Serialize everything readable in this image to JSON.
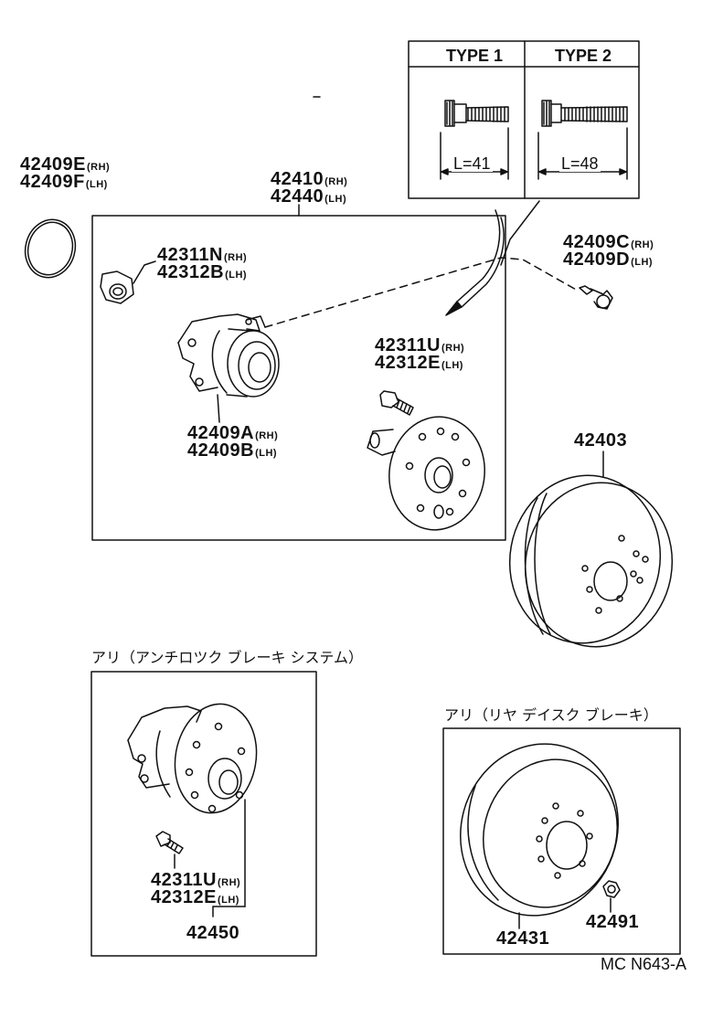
{
  "type_box": {
    "type1_label": "TYPE 1",
    "type2_label": "TYPE 2",
    "type1_length": "L=41",
    "type2_length": "L=48"
  },
  "parts": {
    "cap": {
      "rh": "42409E",
      "rh_sfx": "(RH)",
      "lh": "42409F",
      "lh_sfx": "(LH)"
    },
    "hub_assy": {
      "rh": "42410",
      "rh_sfx": "(RH)",
      "lh": "42440",
      "lh_sfx": "(LH)"
    },
    "nut": {
      "rh": "42311N",
      "rh_sfx": "(RH)",
      "lh": "42312B",
      "lh_sfx": "(LH)"
    },
    "bolt_c": {
      "rh": "42409C",
      "rh_sfx": "(RH)",
      "lh": "42409D",
      "lh_sfx": "(LH)"
    },
    "hub_bolt_upper": {
      "rh": "42311U",
      "rh_sfx": "(RH)",
      "lh": "42312E",
      "lh_sfx": "(LH)"
    },
    "bearing": {
      "rh": "42409A",
      "rh_sfx": "(RH)",
      "lh": "42409B",
      "lh_sfx": "(LH)"
    },
    "drum": {
      "number": "42403"
    },
    "hub_bolt_lower": {
      "rh": "42311U",
      "rh_sfx": "(RH)",
      "lh": "42312E",
      "lh_sfx": "(LH)"
    },
    "abs_hub": {
      "number": "42450"
    },
    "disc": {
      "number": "42431"
    },
    "disc_nut": {
      "number": "42491"
    }
  },
  "notes": {
    "abs": "アリ（アンチロツク ブレーキ システム）",
    "disc": "アリ（リヤ デイスク ブレーキ）"
  },
  "footer": {
    "code": "MC N643-A"
  }
}
